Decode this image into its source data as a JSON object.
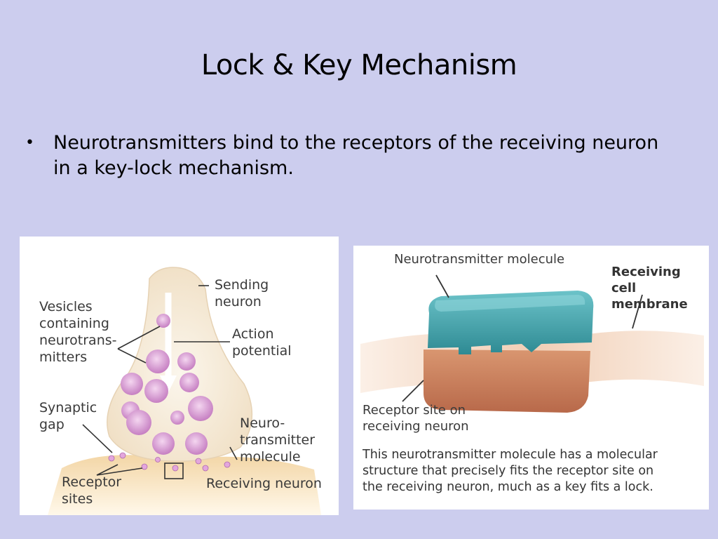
{
  "slide": {
    "title": "Lock & Key Mechanism",
    "bullet": "Neurotransmitters bind to the receptors of the receiving neuron in a key-lock mechanism."
  },
  "left_figure": {
    "labels": {
      "sending_neuron": "Sending\nneuron",
      "vesicles": "Vesicles\ncontaining\nneurotrans-\nmitters",
      "action_potential": "Action\npotential",
      "synaptic_gap": "Synaptic\ngap",
      "neurotransmitter_molecule": "Neuro-\ntransmitter\nmolecule",
      "receptor_sites": "Receptor\nsites",
      "receiving_neuron": "Receiving neuron"
    }
  },
  "right_figure": {
    "labels": {
      "neurotransmitter_molecule": "Neurotransmitter molecule",
      "receiving_cell_membrane": "Receiving cell\nmembrane",
      "receptor_site": "Receptor site on\nreceiving neuron"
    },
    "caption": "This neurotransmitter molecule has a molecular\nstructure that precisely fits the receptor site on\nthe receiving neuron, much as a key fits a lock."
  },
  "colors": {
    "background": "#cccdee",
    "key_teal": "#3f9ea6",
    "lock_copper": "#c97f5a",
    "vesicle_pink": "#d79ad0",
    "neuron_tan": "#f0d8b0"
  }
}
